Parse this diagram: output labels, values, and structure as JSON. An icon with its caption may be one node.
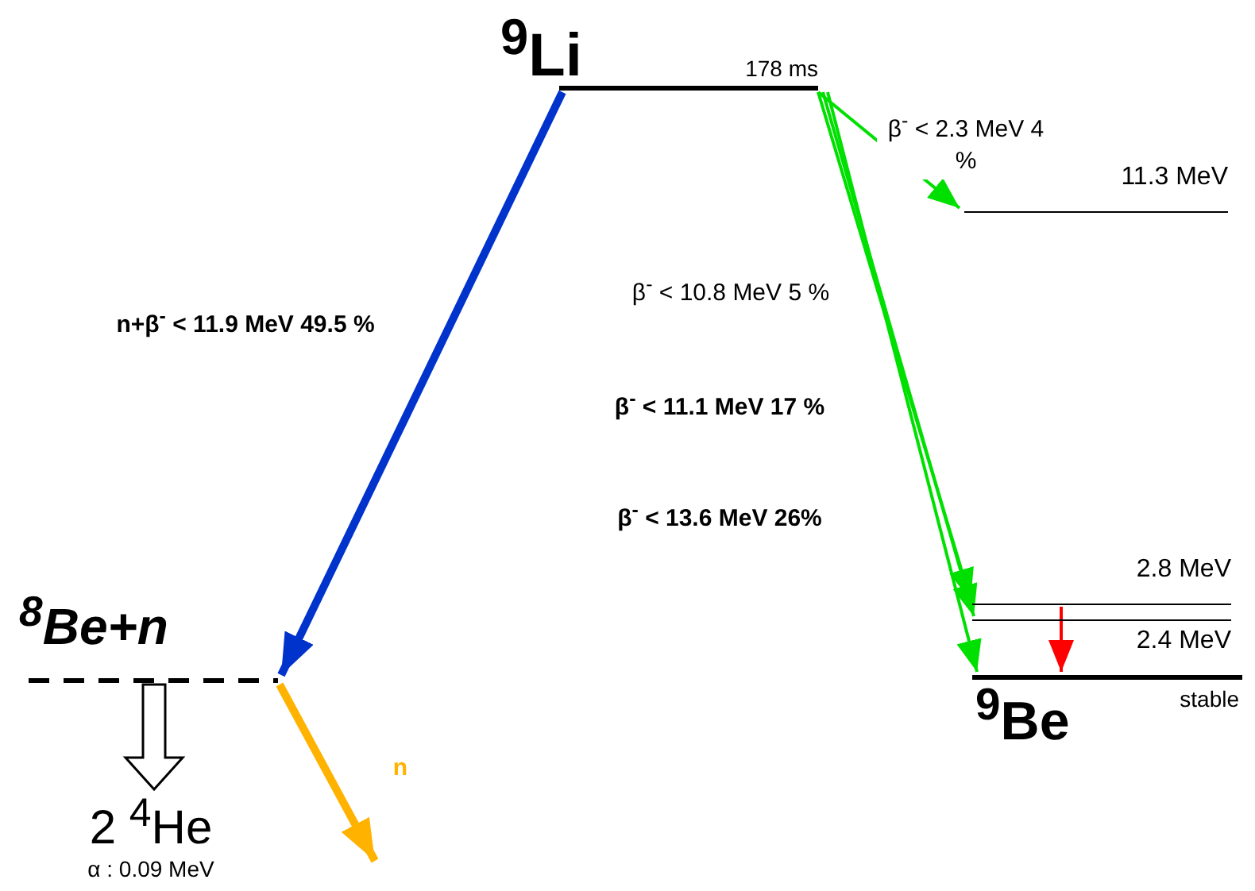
{
  "diagram": {
    "nodes": [
      {
        "text": [
          "$^{9}$Li"
        ],
        "beside": [
          "178 ms"
        ]
      },
      {
        "text": [
          "11.3 MeV"
        ]
      },
      {
        "text": [
          "$^{8}$Be+n"
        ]
      },
      {
        "text": [
          "2.8 MeV"
        ]
      },
      {
        "text": [
          "2.4 MeV"
        ]
      },
      {
        "text": [
          "$^{9}$Be"
        ],
        "beside": [
          "stable"
        ]
      },
      {
        "text": [
          "2 $^{4}$He",
          "α : 0.09 MeV"
        ]
      }
    ],
    "edges": [
      {
        "from": 0,
        "to": 2,
        "arrow": "to",
        "label": "n+β$^{-}$ < 11.9 MeV 49.5 %",
        "style": "thick",
        "color": "#0033cc"
      },
      {
        "from": 0,
        "to": 1,
        "arrow": "to",
        "label": "β$^{-}$ < 2.3 MeV 4 %"
      },
      {
        "from": 0,
        "to": 3,
        "arrow": "to",
        "label": "β$^{-}$ < 10.8 MeV 5 %"
      },
      {
        "from": 0,
        "to": 4,
        "arrow": "to",
        "label": "β$^{-}$ < 11.1 MeV 17 %"
      },
      {
        "from": 0,
        "to": 5,
        "arrow": "to",
        "label": "β$^{-}$ < 13.6 MeV 26%"
      },
      {
        "from": 3,
        "to": 5,
        "arrow": "to",
        "color": "#ff0000"
      },
      {
        "from": 2,
        "to": null,
        "arrow": "to",
        "label": "n",
        "style": "thick",
        "color": "#ffb300"
      },
      {
        "from": 2,
        "to": 6,
        "arrow": "to",
        "color": "#000000"
      }
    ]
  }
}
